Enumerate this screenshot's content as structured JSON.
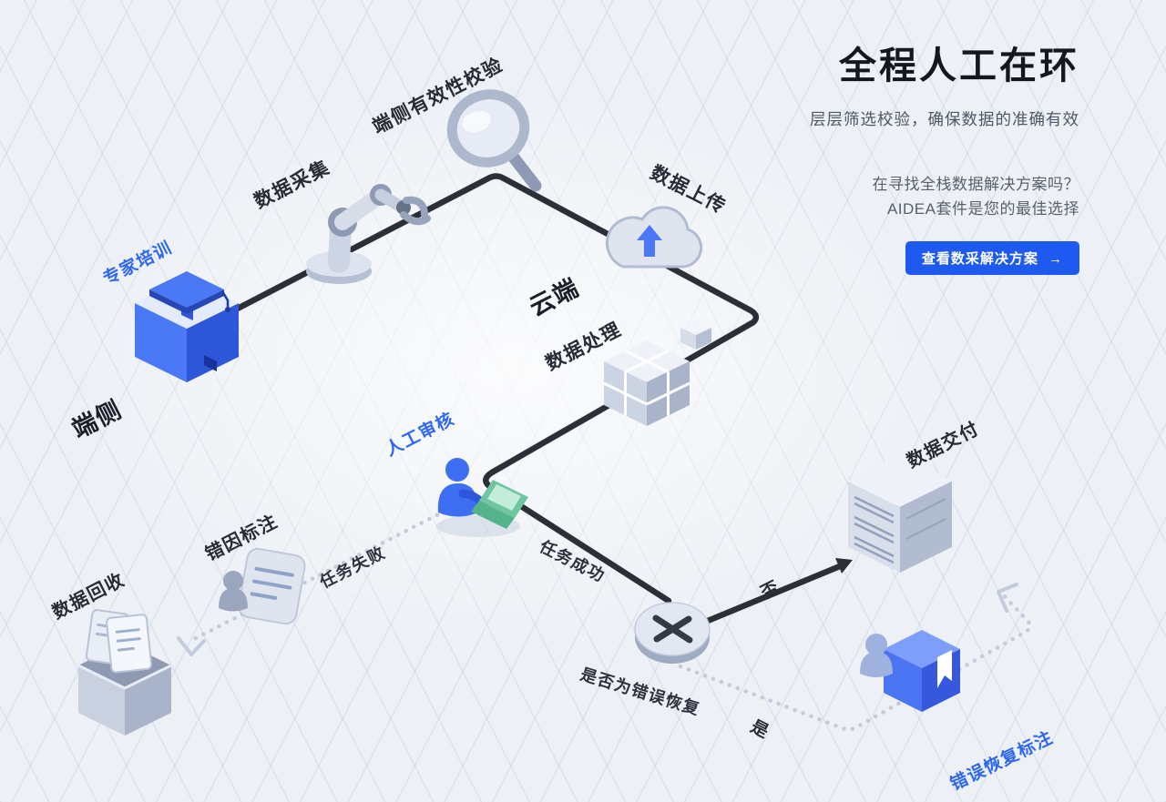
{
  "panel": {
    "title": "全程人工在环",
    "subtitle": "层层筛选校验，确保数据的准确有效",
    "pitch_line1": "在寻找全栈数据解决方案吗？",
    "pitch_line2": "AIDEA套件是您的最佳选择",
    "cta_label": "查看数采解决方案",
    "cta_arrow": "→"
  },
  "diagram": {
    "zones": {
      "edge": "端侧",
      "cloud": "云端"
    },
    "labels": {
      "expert_training": "专家培训",
      "data_collection": "数据采集",
      "edge_validation": "端侧有效性校验",
      "data_upload": "数据上传",
      "data_processing": "数据处理",
      "manual_review": "人工审核",
      "task_failed": "任务失败",
      "task_success": "任务成功",
      "error_cause_annotation": "错因标注",
      "data_recycle": "数据回收",
      "is_error_recovery": "是否为错误恢复",
      "no": "否",
      "yes": "是",
      "data_delivery": "数据交付",
      "error_recovery_annotation": "错误恢复标注"
    },
    "icons": {
      "expert_training": "graduation-podium-icon",
      "data_collection": "robot-arm-icon",
      "edge_validation": "magnifier-icon",
      "data_upload": "cloud-upload-icon",
      "data_processing": "data-cube-icon",
      "manual_review": "reviewer-laptop-icon",
      "error_cause_annotation": "person-document-icon",
      "data_recycle": "recycle-box-icon",
      "decision": "x-node-icon",
      "data_delivery": "server-icon",
      "error_recovery_annotation": "person-book-icon"
    },
    "colors": {
      "accent": "#2d66f1",
      "cta_bg": "#1f5af0",
      "flow_line": "#2b2f37",
      "dotted_line": "#c3cbdc",
      "background": "#edf0f5"
    }
  }
}
